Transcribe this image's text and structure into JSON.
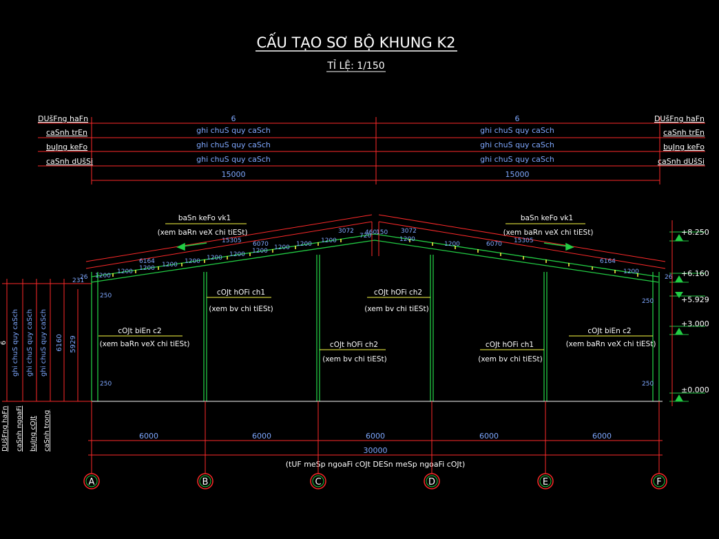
{
  "title": "CẤU TẠO SƠ BỘ KHUNG K2",
  "scale": "TỈ LỆ: 1/150",
  "top_rows": {
    "left_labels": [
      "DUšFng haFn",
      "caSnh trEn",
      "buJng keFo",
      "caSnh dUšSi"
    ],
    "right_labels": [
      "DUšFng haFn",
      "caSnh trEn",
      "buJng keFo",
      "caSnh dUšSi"
    ],
    "count_left": "6",
    "count_right": "6",
    "note": "ghi chuS quy caSch",
    "span_left": "15000",
    "span_right": "15000"
  },
  "rafter": {
    "left_label": "baSn keFo vk1",
    "left_ref": "(xem baRn veX chi tiESt)",
    "right_label": "baSn keFo vk1",
    "right_ref": "(xem baRn veX chi tiESt)",
    "dims_left": [
      "1200",
      "1200",
      "1200",
      "1200",
      "1200",
      "1200",
      "1200",
      "1200",
      "1200",
      "1200",
      "1200",
      "1200",
      "1200",
      "1200"
    ],
    "segments": [
      "6164",
      "6070",
      "3072",
      "15305"
    ],
    "eave_left": "26",
    "eave_left2": "231",
    "small": [
      "250",
      "250",
      "250",
      "250",
      "720",
      "460",
      "150"
    ]
  },
  "columns": {
    "cb_left": "cOJt biEn c2",
    "cb_left_ref": "(xem baRn veX chi tiESt)",
    "cb_right": "cOJt biEn c2",
    "cb_right_ref": "(xem baRn veX chi tiESt)",
    "cg1_left": "cOJt hOFi ch1",
    "cg1_left_ref": "(xem bv chi tiESt)",
    "cg2_upper": "cOJt hOFi ch2",
    "cg2_upper_ref": "(xem bv chi tiESt)",
    "cg2_lower": "cOJt hOFi ch2",
    "cg2_lower_ref": "(xem bv chi tiESt)",
    "cg1_right": "cOJt hOFi ch1",
    "cg1_right_ref": "(xem bv chi tiESt)"
  },
  "elevations": [
    "+8.250",
    "+6.160",
    "+5.929",
    "+3.000",
    "±0.000"
  ],
  "left_side": {
    "count": "6",
    "notes": [
      "ghi chuS quy caSch",
      "ghi chuS quy caSch",
      "ghi chuS quy caSch"
    ],
    "h1": "6160",
    "h2": "5929",
    "bottom_labels": [
      "DUšFng haFn",
      "caSnh ngoaFi",
      "buJng cOJt",
      "caSnh trong"
    ]
  },
  "bays": [
    "6000",
    "6000",
    "6000",
    "6000",
    "6000"
  ],
  "total_span": "30000",
  "span_note": "(tUF meSp ngoaFi cOJt DESn meSp ngoaFi cOJt)",
  "axes": [
    "A",
    "B",
    "C",
    "D",
    "E",
    "F"
  ],
  "colors": {
    "red": "#ff2020",
    "green": "#22cc44",
    "yellow": "#ffff44",
    "cyan": "#00ffff",
    "white": "#ffffff",
    "blue_text": "#8fb0ff"
  }
}
